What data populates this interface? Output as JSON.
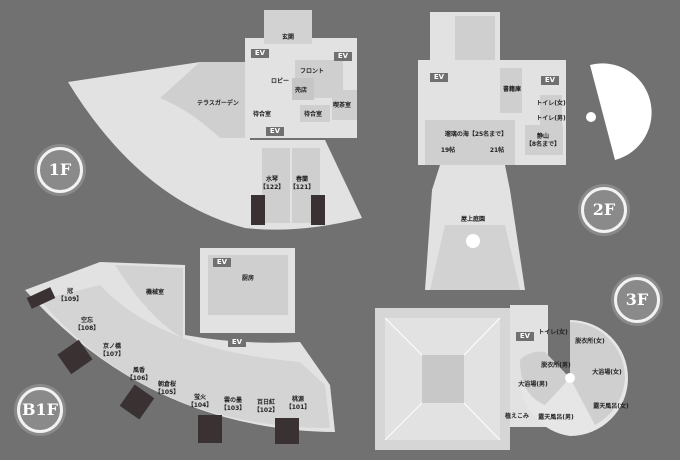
{
  "colors": {
    "background": "#717171",
    "floor": "#e2e2e2",
    "room": "#cfcfcf",
    "door": "#3a3232",
    "badge": "#8a8a8a"
  },
  "floors": {
    "f1": {
      "badge": "1F",
      "entrance": "玄関",
      "ev": "EV",
      "front": "フロント",
      "lobby": "ロビー",
      "shop": "売店",
      "cafe": "喫茶室",
      "waiting_left": "待合室",
      "waiting_right": "待合室",
      "terrace": "テラスガーデン",
      "rooms": [
        {
          "name": "水琴",
          "number": "【122】"
        },
        {
          "name": "春蘭",
          "number": "【121】"
        }
      ]
    },
    "f2": {
      "badge": "2F",
      "ev": "EV",
      "library": "書籍庫",
      "toilet_f": "トイレ(女)",
      "toilet_m": "トイレ(男)",
      "hall": "瑠璃の海【25名まで】",
      "tatami19": "19帖",
      "tatami21": "21帖",
      "seizan": "静山",
      "seizan_cap": "【8名まで】",
      "rooftop": "屋上庭園"
    },
    "b1": {
      "badge": "B1F",
      "ev": "EV",
      "machine": "機械室",
      "kitchen": "厨房",
      "rooms": [
        {
          "name": "冠",
          "number": "【109】"
        },
        {
          "name": "空忘",
          "number": "【108】"
        },
        {
          "name": "京ノ橋",
          "number": "【107】"
        },
        {
          "name": "風香",
          "number": "【106】"
        },
        {
          "name": "朝倉桜",
          "number": "【105】"
        },
        {
          "name": "蛍火",
          "number": "【104】"
        },
        {
          "name": "雲の墨",
          "number": "【103】"
        },
        {
          "name": "百日紅",
          "number": "【102】"
        },
        {
          "name": "桃源",
          "number": "【101】"
        }
      ]
    },
    "f3": {
      "badge": "3F",
      "ev": "EV",
      "toilet_f": "トイレ(女)",
      "dress_f": "脱衣所(女)",
      "dress_m": "脱衣所(男)",
      "bath_m": "大浴場(男)",
      "bath_f": "大浴場(女)",
      "rotenburo_m": "露天風呂(男)",
      "rotenburo_f": "露天風呂(女)",
      "planting": "植えこみ"
    }
  }
}
